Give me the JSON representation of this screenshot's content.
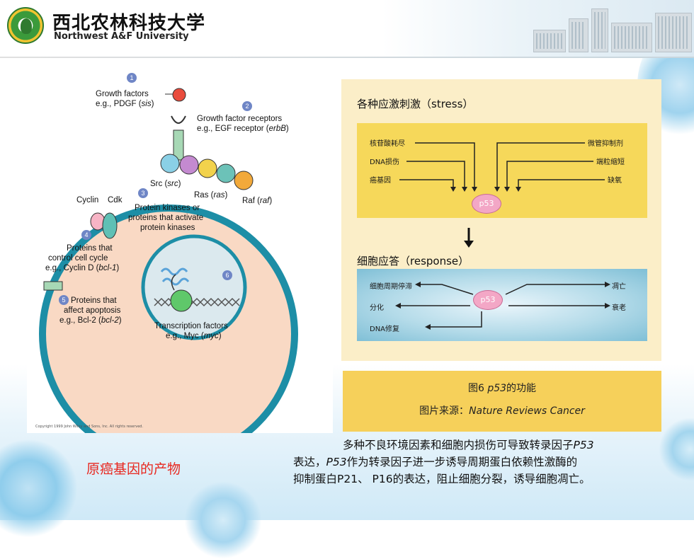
{
  "header": {
    "university_cn": "西北农林科技大学",
    "university_en": "Northwest A&F University"
  },
  "left_figure": {
    "copyright": "Copyright 1999 John Wiley and Sons, Inc. All rights reserved.",
    "labels": {
      "n1": "1",
      "growth_factors_1": "Growth factors",
      "growth_factors_2": "e.g., PDGF (",
      "growth_factors_2i": "sis",
      "growth_factors_2e": ")",
      "n2": "2",
      "receptors_1": "Growth factor receptors",
      "receptors_2": "e.g., EGF receptor (",
      "receptors_2i": "erbB",
      "receptors_2e": ")",
      "src_1": "Src (",
      "src_i": "src",
      "src_e": ")",
      "ras_1": "Ras (",
      "ras_i": "ras",
      "ras_e": ")",
      "raf_1": "Raf (",
      "raf_i": "raf",
      "raf_e": ")",
      "cyclin": "Cyclin",
      "cdk": "Cdk",
      "n3": "3",
      "pk_1": "Protein kinases or",
      "pk_2": "proteins that activate",
      "pk_3": "protein kinases",
      "n4": "4",
      "cc_1": "Proteins that",
      "cc_2": "control cell cycle",
      "cc_3": "e.g., Cyclin D (",
      "cc_3i": "bcl-1",
      "cc_3e": ")",
      "n5": "5",
      "ap_1": "Proteins that",
      "ap_2": "affect apoptosis",
      "ap_3": "e.g., Bcl-2 (",
      "ap_3i": "bcl-2",
      "ap_3e": ")",
      "n6": "6",
      "tf_1": "Transcription factors",
      "tf_2": "e.g., Myc (",
      "tf_2i": "myc",
      "tf_2e": ")"
    }
  },
  "right_figure": {
    "stress_title": "各种应激刺激（stress）",
    "stress_left": [
      "核苷酸耗尽",
      "DNA损伤",
      "癌基因"
    ],
    "stress_right": [
      "微管抑制剂",
      "端粒缩短",
      "缺氧"
    ],
    "p53": "p53",
    "response_title": "细胞应答（response）",
    "response_left": [
      "细胞周期停滞",
      "分化",
      "DNA修复"
    ],
    "response_right": [
      "凋亡",
      "衰老"
    ],
    "caption_1a": "图6 ",
    "caption_1i": "p53",
    "caption_1b": "的功能",
    "caption_2a": "图片来源：",
    "caption_2i": "Nature Reviews Cancer"
  },
  "bottom": {
    "red_label": "原癌基因的产物",
    "desc_1a": "多种不良环境因素和细胞内损伤可导致转录因子",
    "desc_1i": "P53",
    "desc_2a": "表达，",
    "desc_2i": "P53",
    "desc_2b": "作为转录因子进一步诱导周期蛋白依赖性激酶的",
    "desc_3": "抑制蛋白P21、 P16的表达，阻止细胞分裂，诱导细胞凋亡。"
  },
  "colors": {
    "accent_red": "#e8271f",
    "cell_fill": "#f9d9c4",
    "cell_border": "#1d8ea6",
    "stress_box": "#f6d85a",
    "caption_box": "#f6d05a"
  }
}
